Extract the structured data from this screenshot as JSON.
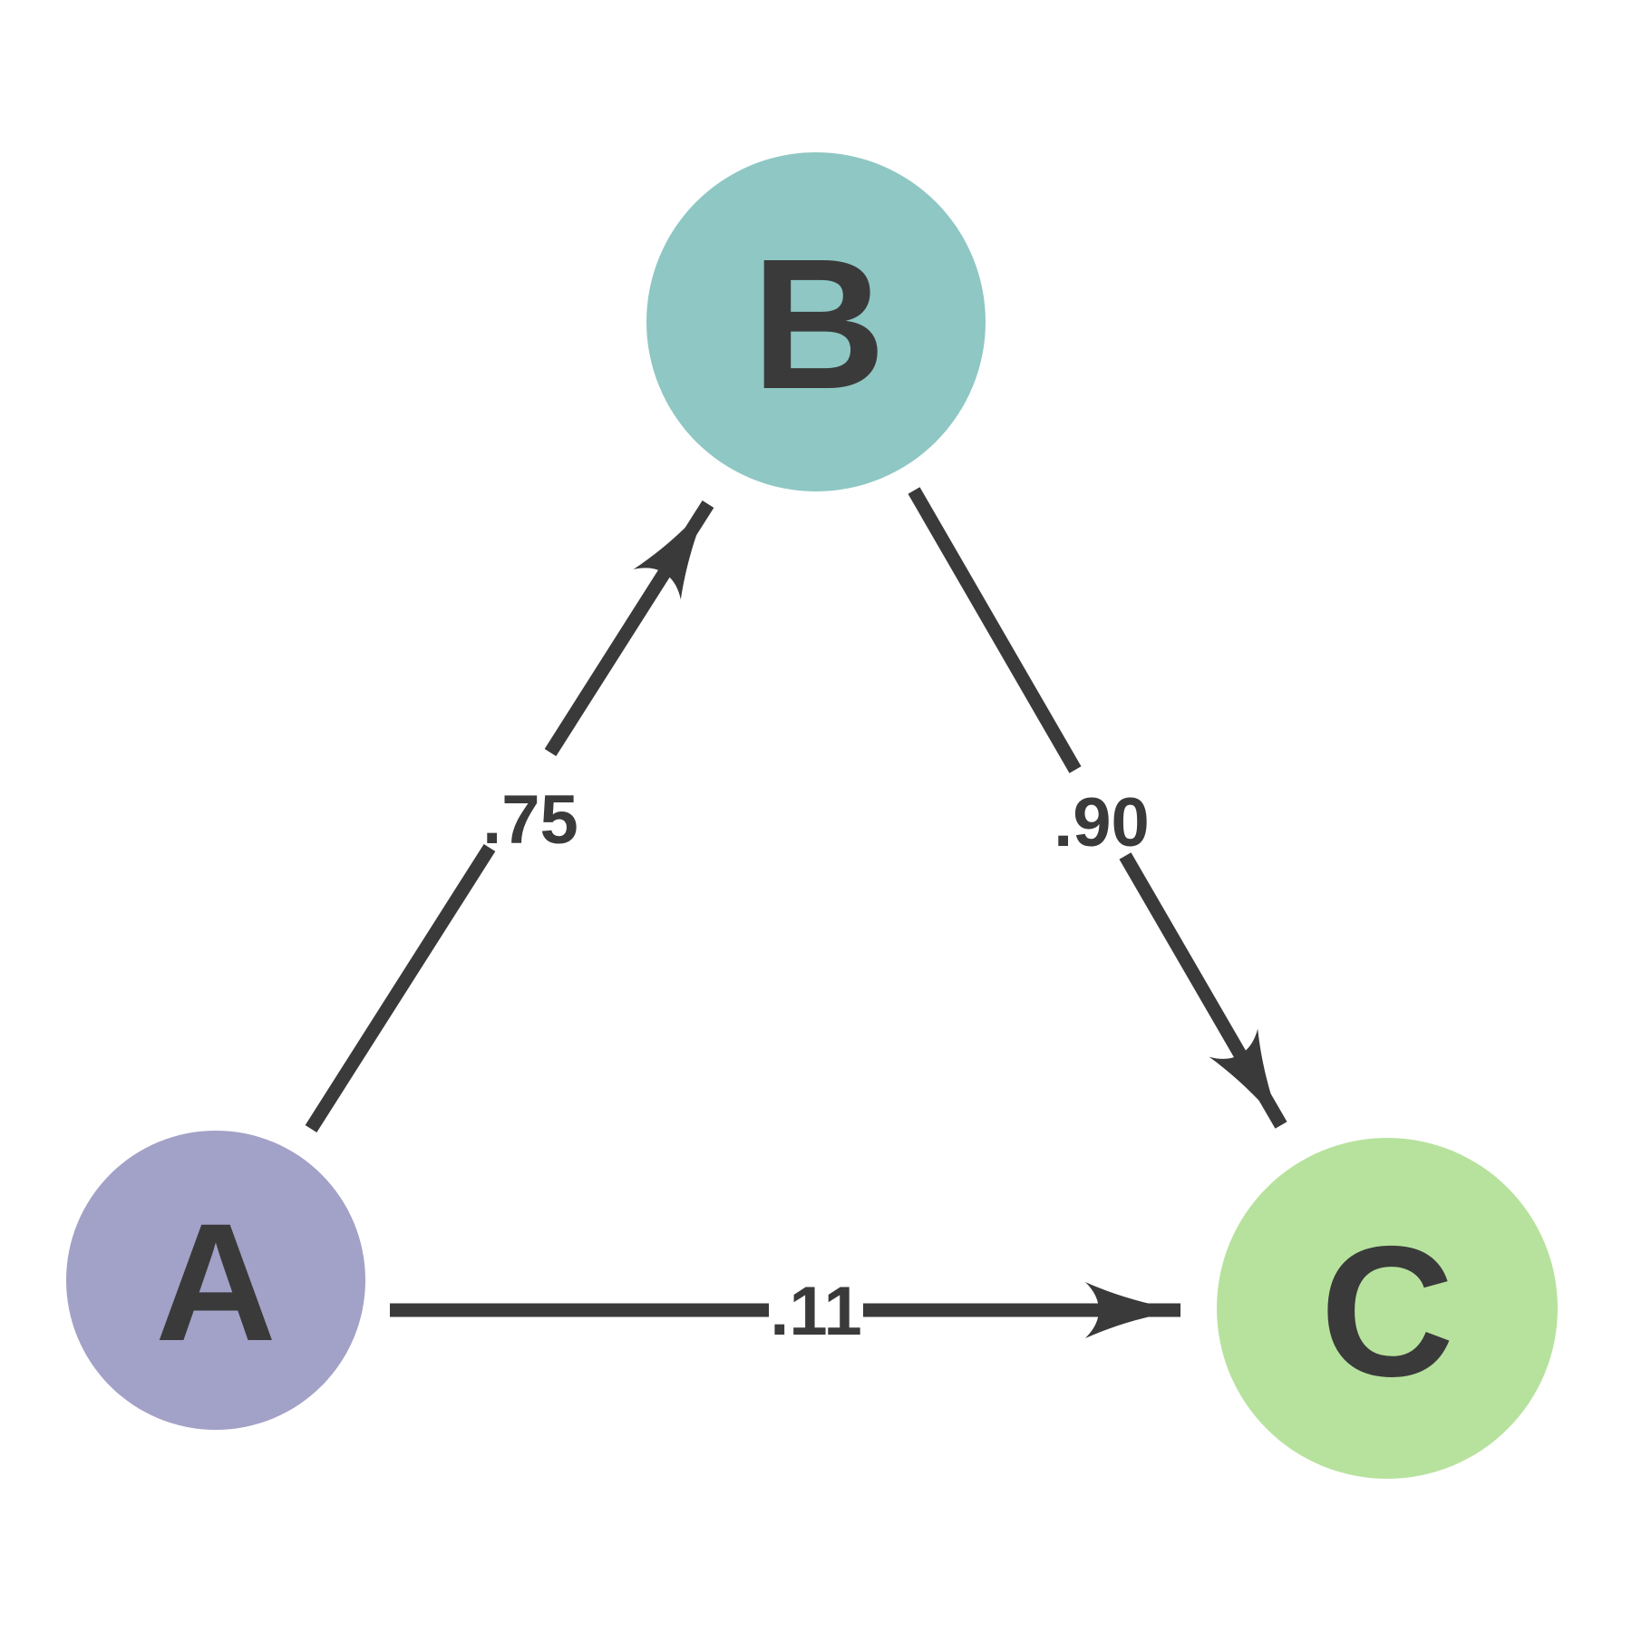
{
  "diagram": {
    "type": "directed-graph",
    "background": "#ffffff",
    "line_color": "#3a3a3a",
    "text_color": "#3a3a3a",
    "nodes": [
      {
        "id": "A",
        "label": "A",
        "color": "#a2a1c7"
      },
      {
        "id": "B",
        "label": "B",
        "color": "#8ec7c3"
      },
      {
        "id": "C",
        "label": "C",
        "color": "#b7e29d"
      }
    ],
    "edges": [
      {
        "from": "A",
        "to": "B",
        "weight": ".75"
      },
      {
        "from": "B",
        "to": "C",
        "weight": ".90"
      },
      {
        "from": "A",
        "to": "C",
        "weight": ".11"
      }
    ],
    "icons": {
      "arrowhead": "stealth-arrowhead"
    }
  }
}
